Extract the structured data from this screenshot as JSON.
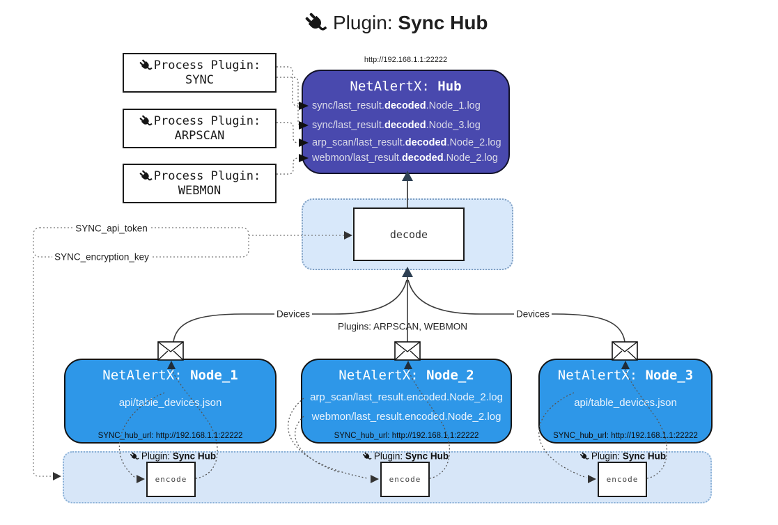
{
  "title": {
    "prefix": "Plugin: ",
    "bold": "Sync Hub"
  },
  "process_plugins": [
    {
      "line1": "Process Plugin:",
      "name": "SYNC"
    },
    {
      "line1": "Process Plugin:",
      "name": "ARPSCAN"
    },
    {
      "line1": "Process Plugin:",
      "name": "WEBMON"
    }
  ],
  "hub": {
    "url": "http://192.168.1.1:22222",
    "title_prefix": "NetAlertX: ",
    "title_bold": "Hub",
    "logs": [
      {
        "pre": "sync/last_result.",
        "bold": "decoded",
        "post": ".Node_1.log"
      },
      {
        "pre": "sync/last_result.",
        "bold": "decoded",
        "post": ".Node_3.log"
      },
      {
        "pre": "arp_scan/last_result.",
        "bold": "decoded",
        "post": ".Node_2.log"
      },
      {
        "pre": "webmon/last_result.",
        "bold": "decoded",
        "post": ".Node_2.log"
      }
    ]
  },
  "decode": {
    "label": "decode"
  },
  "secrets": {
    "api_token": "SYNC_api_token",
    "encryption_key": "SYNC_encryption_key"
  },
  "edges": {
    "devices_left": "Devices",
    "devices_right": "Devices",
    "plugins_middle": "Plugins: ARPSCAN, WEBMON"
  },
  "nodes": [
    {
      "title_prefix": "NetAlertX: ",
      "title_bold": "Node_1",
      "files": [
        "api/table_devices.json"
      ],
      "hub_url": "SYNC_hub_url: http://192.168.1.1:22222"
    },
    {
      "title_prefix": "NetAlertX: ",
      "title_bold": "Node_2",
      "files": [
        "arp_scan/last_result.encoded.Node_2.log",
        "webmon/last_result.encoded.Node_2.log"
      ],
      "hub_url": "SYNC_hub_url: http://192.168.1.1:22222"
    },
    {
      "title_prefix": "NetAlertX: ",
      "title_bold": "Node_3",
      "files": [
        "api/table_devices.json"
      ],
      "hub_url": "SYNC_hub_url: http://192.168.1.1:22222"
    }
  ],
  "encode_strip": {
    "items": [
      {
        "label_prefix": "Plugin: ",
        "label_bold": "Sync Hub",
        "box_label": "encode"
      },
      {
        "label_prefix": "Plugin: ",
        "label_bold": "Sync Hub",
        "box_label": "encode"
      },
      {
        "label_prefix": "Plugin: ",
        "label_bold": "Sync Hub",
        "box_label": "encode"
      }
    ]
  },
  "colors": {
    "hub_fill": "#4949ae",
    "node_fill": "#2e97e8",
    "container_fill": "#d8e8fa",
    "container_border": "#7d9ec2",
    "wire": "#3c3c3c",
    "arrow_dark": "#2e4053"
  }
}
